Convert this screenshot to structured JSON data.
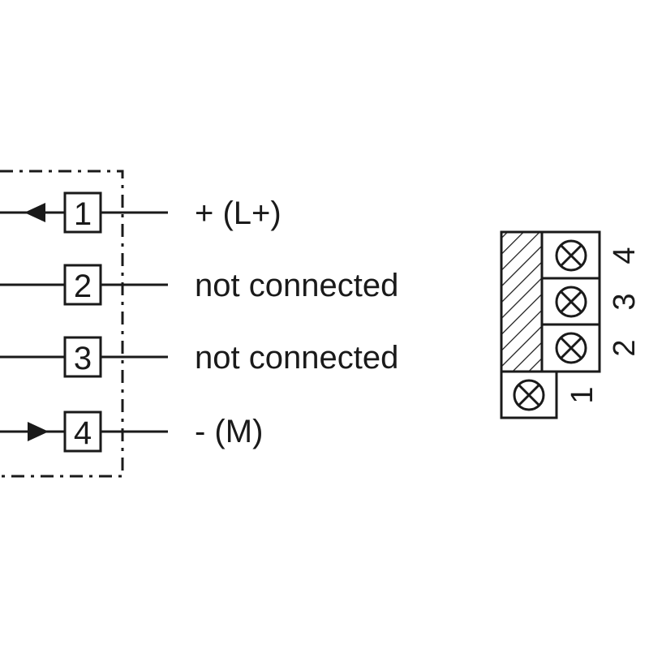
{
  "wiring": {
    "pins": [
      {
        "number": "1",
        "label": "+ (L+)",
        "arrow": "out"
      },
      {
        "number": "2",
        "label": "not connected",
        "arrow": "none"
      },
      {
        "number": "3",
        "label": "not connected",
        "arrow": "none"
      },
      {
        "number": "4",
        "label": "- (M)",
        "arrow": "in"
      }
    ]
  },
  "terminal_block": {
    "terminal_labels": [
      "4",
      "3",
      "2",
      "1"
    ]
  },
  "colors": {
    "line": "#1a1a1a",
    "background": "#ffffff"
  }
}
